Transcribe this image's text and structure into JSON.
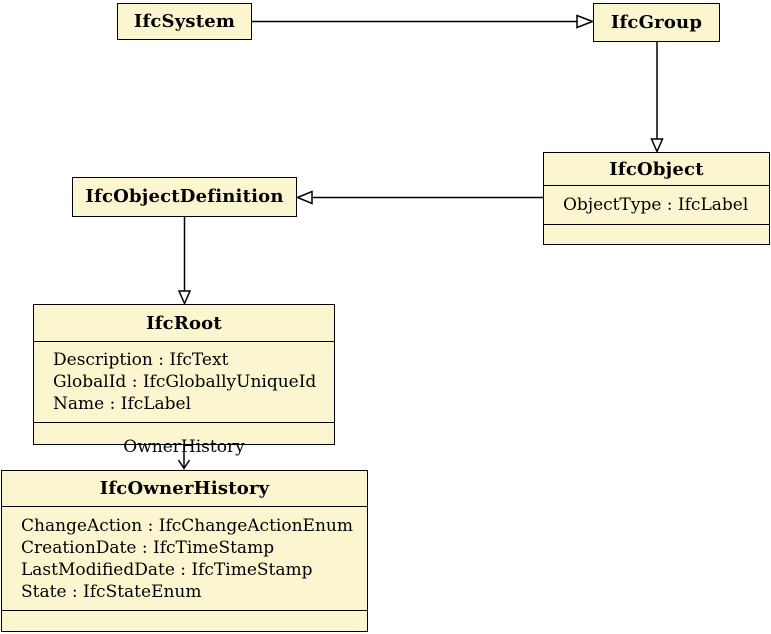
{
  "colors": {
    "background": "#FFFFFF",
    "box_fill": "#FCF6D0",
    "box_border": "#000000",
    "edge_line": "#000000",
    "text": "#000000"
  },
  "classes": [
    {
      "name": "IfcSystem",
      "attributes": []
    },
    {
      "name": "IfcGroup",
      "attributes": []
    },
    {
      "name": "IfcObject",
      "attributes": [
        "ObjectType : IfcLabel"
      ]
    },
    {
      "name": "IfcObjectDefinition",
      "attributes": []
    },
    {
      "name": "IfcRoot",
      "attributes": [
        "Description : IfcText",
        "GlobalId : IfcGloballyUniqueId",
        "Name : IfcLabel"
      ]
    },
    {
      "name": "IfcOwnerHistory",
      "attributes": [
        "ChangeAction : IfcChangeActionEnum",
        "CreationDate : IfcTimeStamp",
        "LastModifiedDate : IfcTimeStamp",
        "State : IfcStateEnum"
      ]
    }
  ],
  "edges": [
    {
      "from": "IfcSystem",
      "to": "IfcGroup",
      "type": "generalization",
      "label": ""
    },
    {
      "from": "IfcGroup",
      "to": "IfcObject",
      "type": "generalization",
      "label": ""
    },
    {
      "from": "IfcObject",
      "to": "IfcObjectDefinition",
      "type": "generalization",
      "label": ""
    },
    {
      "from": "IfcObjectDefinition",
      "to": "IfcRoot",
      "type": "generalization",
      "label": ""
    },
    {
      "from": "IfcRoot",
      "to": "IfcOwnerHistory",
      "type": "association",
      "label": "OwnerHistory"
    }
  ]
}
